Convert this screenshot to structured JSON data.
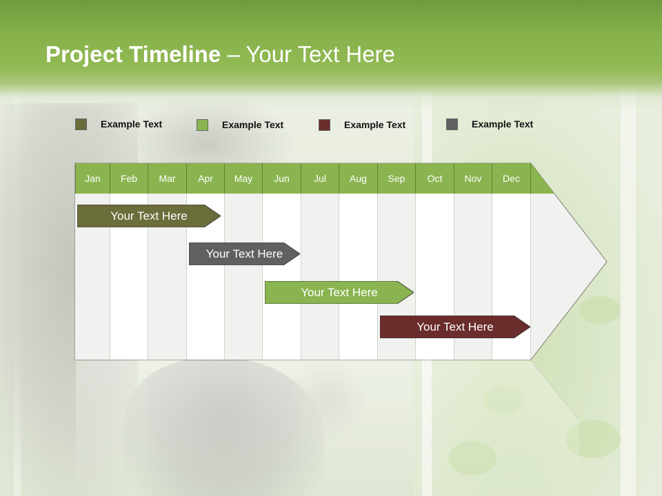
{
  "title": {
    "bold": "Project Timeline",
    "rest": " – Your Text Here"
  },
  "legend": [
    {
      "label": "Example Text",
      "color": "#6b6d3a"
    },
    {
      "label": "Example Text",
      "color": "#8ab44f"
    },
    {
      "label": "Example Text",
      "color": "#6b2c2c"
    },
    {
      "label": "Example Text",
      "color": "#5f6062"
    }
  ],
  "timeline": {
    "months": [
      "Jan",
      "Feb",
      "Mar",
      "Apr",
      "May",
      "Jun",
      "Jul",
      "Aug",
      "Sep",
      "Oct",
      "Nov",
      "Dec"
    ],
    "header_color": "#8ab44f",
    "bars": [
      {
        "label": "Your  Text Here",
        "color": "#6b6d3a"
      },
      {
        "label": "Your  Text Here",
        "color": "#5f6062"
      },
      {
        "label": "Your  Text Here",
        "color": "#8ab44f"
      },
      {
        "label": "Your  Text Here",
        "color": "#6b2c2c"
      }
    ]
  }
}
